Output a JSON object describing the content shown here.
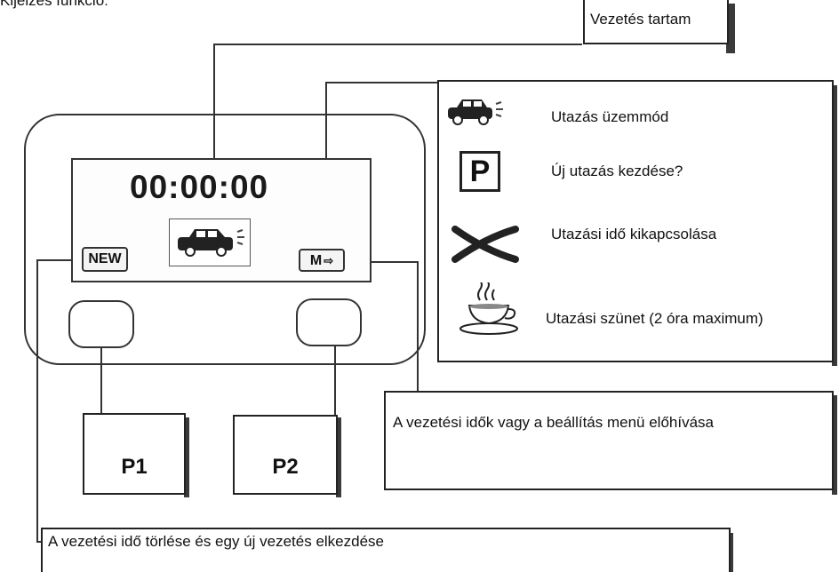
{
  "heading": "Kijelzés funkció:",
  "display": {
    "time": "00:00:00",
    "new_label": "NEW",
    "m_label": "M",
    "m_arrow": "⇨"
  },
  "keys": {
    "p1": "P1",
    "p2": "P2"
  },
  "callouts": {
    "driving_duration": "Vezetés tartam",
    "settings_recall": "A vezetési idők vagy a beállítás menü előhívása",
    "reset_new_trip": "A vezetési idő törlése és egy új vezetés elkezdése"
  },
  "legend": {
    "items": [
      {
        "icon": "car-icon",
        "text": "Utazás üzemmód"
      },
      {
        "icon": "parking-p-icon",
        "symbol": "P",
        "text": "Új utazás kezdése?"
      },
      {
        "icon": "cross-icon",
        "text": "Utazási idő kikapcsolása"
      },
      {
        "icon": "coffee-cup-icon",
        "text": "Utazási szünet (2 óra maximum)"
      }
    ]
  }
}
